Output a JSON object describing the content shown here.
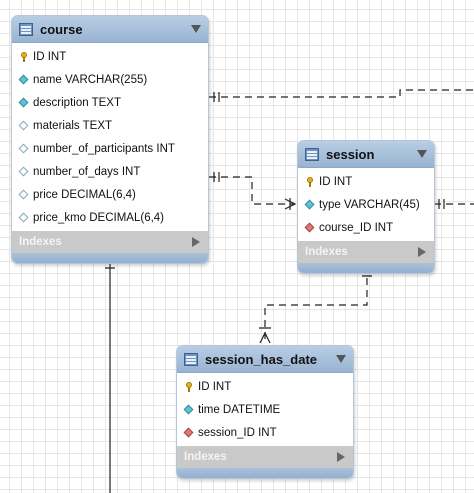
{
  "tables": [
    {
      "name": "course",
      "columns": [
        {
          "kind": "pk",
          "text": "ID INT"
        },
        {
          "kind": "nn",
          "text": "name VARCHAR(255)"
        },
        {
          "kind": "nn",
          "text": "description TEXT"
        },
        {
          "kind": "nl",
          "text": "materials TEXT"
        },
        {
          "kind": "nl",
          "text": "number_of_participants INT"
        },
        {
          "kind": "nl",
          "text": "number_of_days INT"
        },
        {
          "kind": "nl",
          "text": "price DECIMAL(6,4)"
        },
        {
          "kind": "nl",
          "text": "price_kmo DECIMAL(6,4)"
        }
      ],
      "indexes_label": "Indexes"
    },
    {
      "name": "session",
      "columns": [
        {
          "kind": "pk",
          "text": "ID INT"
        },
        {
          "kind": "nn",
          "text": "type VARCHAR(45)"
        },
        {
          "kind": "fk",
          "text": "course_ID INT"
        }
      ],
      "indexes_label": "Indexes"
    },
    {
      "name": "session_has_date",
      "columns": [
        {
          "kind": "pk",
          "text": "ID INT"
        },
        {
          "kind": "nn",
          "text": "time DATETIME"
        },
        {
          "kind": "fk",
          "text": "session_ID INT"
        }
      ],
      "indexes_label": "Indexes"
    }
  ],
  "colors": {
    "header": "#a8c1dc",
    "connector": "#222222",
    "indexes_bar": "#c9c9c9"
  }
}
